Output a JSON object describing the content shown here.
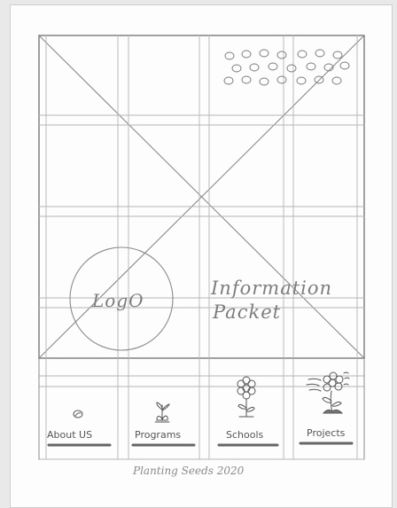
{
  "hero": {
    "logo_label": "LogO",
    "info_line1": "Information",
    "info_line2": "Packet"
  },
  "nav": {
    "items": [
      {
        "label": "About US",
        "icon": "seed-icon"
      },
      {
        "label": "Programs",
        "icon": "sprout-icon"
      },
      {
        "label": "Schools",
        "icon": "flower-icon"
      },
      {
        "label": "Projects",
        "icon": "windy-flower-icon"
      }
    ]
  },
  "footer": {
    "text": "Planting Seeds 2020"
  }
}
